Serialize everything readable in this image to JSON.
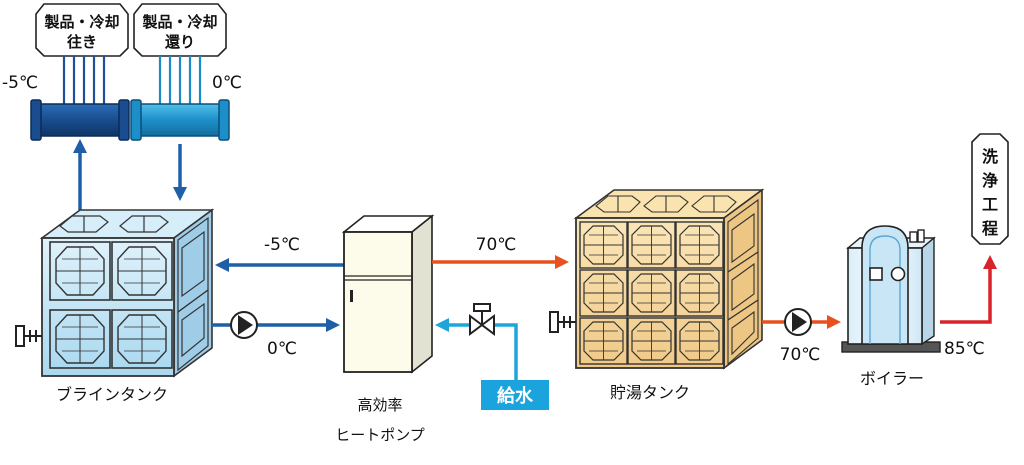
{
  "product_supply": {
    "line1": "製品・冷却",
    "line2": "往き"
  },
  "product_return": {
    "line1": "製品・冷却",
    "line2": "還り"
  },
  "washing": {
    "c1": "洗",
    "c2": "浄",
    "c3": "工",
    "c4": "程"
  },
  "temps": {
    "supply_left": "-5℃",
    "return_right": "0℃",
    "brine_out": "-5℃",
    "brine_in": "0℃",
    "hp_to_storage": "70℃",
    "storage_to_boiler": "70℃",
    "boiler_out": "85℃"
  },
  "labels": {
    "brine_tank": "ブラインタンク",
    "heat_pump_line1": "高効率",
    "heat_pump_line2": "ヒートポンプ",
    "storage_tank": "貯湯タンク",
    "boiler": "ボイラー",
    "water_supply": "給水"
  },
  "colors": {
    "cold_pipe": "#1f5fa8",
    "light_pipe": "#1ea6dc",
    "hot_pipe": "#e8501e",
    "red_pipe": "#d8232a",
    "brine_tank_fill": "#c8e8f6",
    "storage_tank_fill": "#f8dca0",
    "water_box": "#1aa3dd"
  }
}
